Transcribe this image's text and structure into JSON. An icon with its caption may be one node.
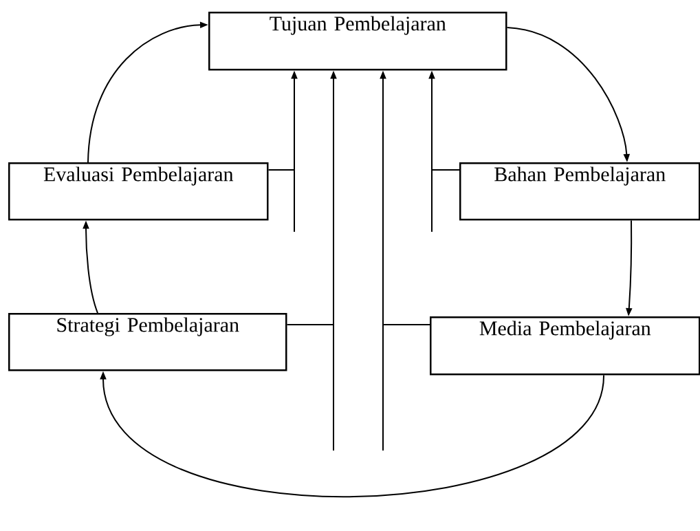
{
  "diagram": {
    "nodes": [
      {
        "text": [
          "Tujuan Pembelajaran"
        ]
      },
      {
        "text": [
          "Evaluasi Pembelajaran"
        ]
      },
      {
        "text": [
          "Bahan Pembelajaran"
        ]
      },
      {
        "text": [
          "Strategi Pembelajaran"
        ]
      },
      {
        "text": [
          "Media Pembelajaran"
        ]
      }
    ],
    "edges": [
      {
        "from": 1,
        "to": 0,
        "arrow": "to"
      },
      {
        "from": 3,
        "to": 0,
        "arrow": "to"
      },
      {
        "from": 4,
        "to": 0,
        "arrow": "to"
      },
      {
        "from": 2,
        "to": 0,
        "arrow": "to"
      },
      {
        "from": 0,
        "to": 2,
        "arrow": "to"
      },
      {
        "from": 2,
        "to": 4,
        "arrow": "to"
      },
      {
        "from": 4,
        "to": 3,
        "arrow": "to"
      },
      {
        "from": 3,
        "to": 1,
        "arrow": "to"
      },
      {
        "from": 1,
        "to": 0,
        "arrow": "to"
      }
    ]
  }
}
